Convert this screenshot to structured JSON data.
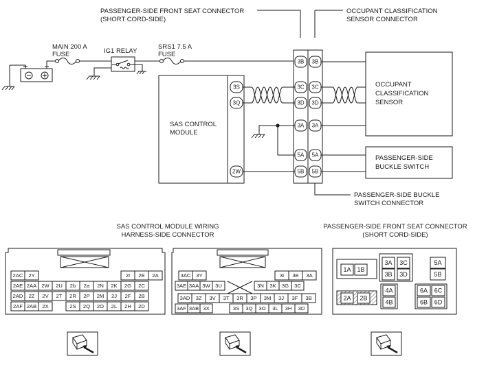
{
  "labels": {
    "seat_connector_top": [
      "PASSENGER-SIDE FRONT SEAT CONNECTOR",
      "(SHORT CORD-SIDE)"
    ],
    "ocs_connector_top": [
      "OCCUPANT CLASSIFICATION",
      "SENSOR CONNECTOR"
    ],
    "main_fuse": [
      "MAIN 200 A",
      "FUSE"
    ],
    "ig1_relay": "IG1 RELAY",
    "srs1_fuse": [
      "SRS1 7.5 A",
      "FUSE"
    ],
    "sas_module": [
      "SAS CONTROL",
      "MODULE"
    ],
    "ocs": [
      "OCCUPANT",
      "CLASSIFICATION",
      "SENSOR"
    ],
    "buckle_switch": [
      "PASSENGER-SIDE",
      "BUCKLE SWITCH"
    ],
    "buckle_connector": [
      "PASSENGER-SIDE BUCKLE",
      "SWITCH CONNECTOR"
    ],
    "wiring_harness_title": [
      "SAS CONTROL MODULE WIRING",
      "HARNESS-SIDE CONNECTOR"
    ],
    "seat_connector_bottom": [
      "PASSENGER-SIDE FRONT SEAT CONNECTOR",
      "(SHORT CORD-SIDE)"
    ]
  },
  "pins": {
    "sas": [
      "3S",
      "3Q",
      "2W"
    ],
    "seat_left": [
      "3B",
      "3C",
      "3D",
      "3A",
      "5A",
      "5B"
    ],
    "seat_right": [
      "3B",
      "3C",
      "3D",
      "3A",
      "5A",
      "5B"
    ]
  },
  "connector1": {
    "rows": [
      [
        "2AC",
        "2Y",
        "",
        "2I",
        "2E",
        "2A"
      ],
      [
        "2AE",
        "2AA",
        "2W",
        "2U",
        "2b",
        "2a",
        "2N",
        "2K",
        "2G",
        "2C"
      ],
      [
        "2AD",
        "2Z",
        "2V",
        "2T",
        "2R",
        "2P",
        "2M",
        "2J",
        "2F",
        "2B"
      ],
      [
        "2AF",
        "2AB",
        "2X",
        "2S",
        "2Q",
        "2O",
        "2L",
        "2H",
        "2D"
      ]
    ]
  },
  "connector2": {
    "rows": [
      [
        "3AC",
        "3Y",
        "3I",
        "3E",
        "3A"
      ],
      [
        "3AE",
        "3AA",
        "3W",
        "3U",
        "3N",
        "3K",
        "3G",
        "3C"
      ],
      [
        "3AD",
        "3Z",
        "3V",
        "3T",
        "3R",
        "3P",
        "3M",
        "3J",
        "3F",
        "3B"
      ],
      [
        "3AF",
        "3AB",
        "3X",
        "3S",
        "3Q",
        "3O",
        "3L",
        "3H",
        "3D"
      ]
    ]
  },
  "connector3": {
    "cells": [
      "1A",
      "1B",
      "3A",
      "3C",
      "3B",
      "3D",
      "5A",
      "5B",
      "2A",
      "2B",
      "4A",
      "4B",
      "6A",
      "6C",
      "6B",
      "6D"
    ]
  },
  "icons": [
    "battery-icon",
    "fuse-icon",
    "relay-icon",
    "ground-icon",
    "twisted-pair-icon",
    "connector-view-icon"
  ]
}
